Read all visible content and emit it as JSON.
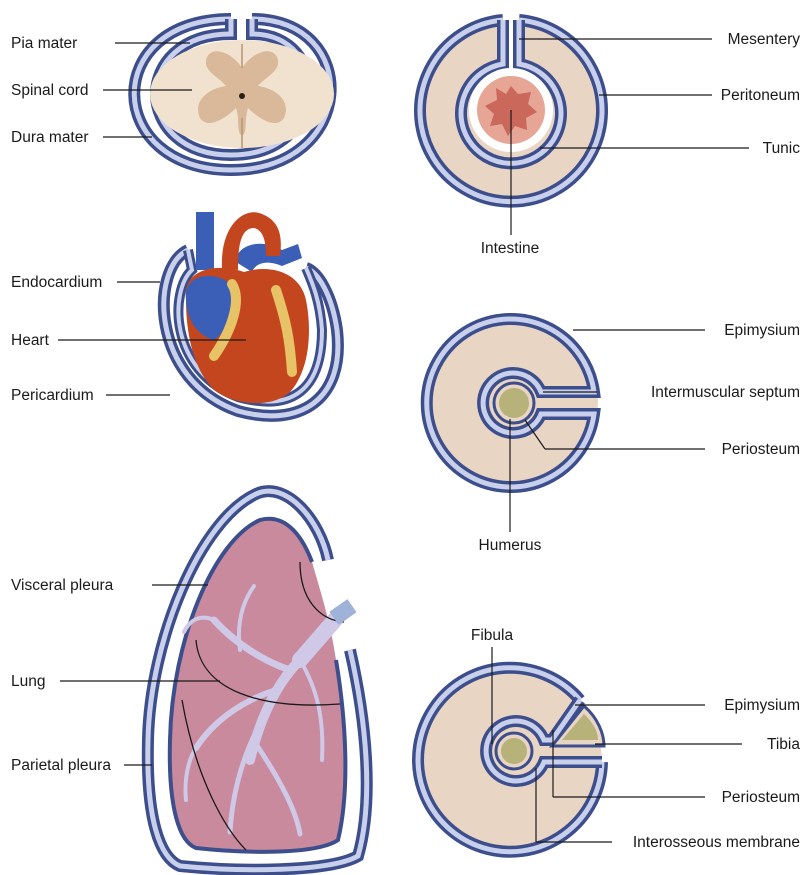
{
  "colors": {
    "membrane_dark": "#3d4e8c",
    "membrane_light": "#c9d0ec",
    "tissue_beige": "#e9d5c4",
    "cord_tan": "#f1e2cf",
    "cord_gray_matter": "#d9b999",
    "intestine_lumen": "#c9685b",
    "intestine_wall": "#e7a596",
    "heart_red": "#c4461f",
    "heart_blue": "#3b5fb6",
    "coronary_fat": "#e8c266",
    "bone_olive": "#b7b17a",
    "lung_pink": "#c98a9d",
    "bronchi_lavender": "#cfc8e6"
  },
  "panels": {
    "spinal": {
      "labels": {
        "pia_mater": "Pia mater",
        "spinal_cord": "Spinal cord",
        "dura_mater": "Dura mater"
      }
    },
    "intestine": {
      "labels": {
        "mesentery": "Mesentery",
        "peritoneum": "Peritoneum",
        "tunic": "Tunic",
        "intestine": "Intestine"
      }
    },
    "heart": {
      "labels": {
        "endocardium": "Endocardium",
        "heart": "Heart",
        "pericardium": "Pericardium"
      }
    },
    "arm": {
      "labels": {
        "epimysium": "Epimysium",
        "intermuscular_septum": "Intermuscular septum",
        "periosteum": "Periosteum",
        "humerus": "Humerus"
      }
    },
    "lung": {
      "labels": {
        "visceral_pleura": "Visceral pleura",
        "lung": "Lung",
        "parietal_pleura": "Parietal pleura"
      }
    },
    "leg": {
      "labels": {
        "fibula": "Fibula",
        "epimysium": "Epimysium",
        "tibia": "Tibia",
        "periosteum": "Periosteum",
        "interosseous_membrane": "Interosseous membrane"
      }
    }
  }
}
